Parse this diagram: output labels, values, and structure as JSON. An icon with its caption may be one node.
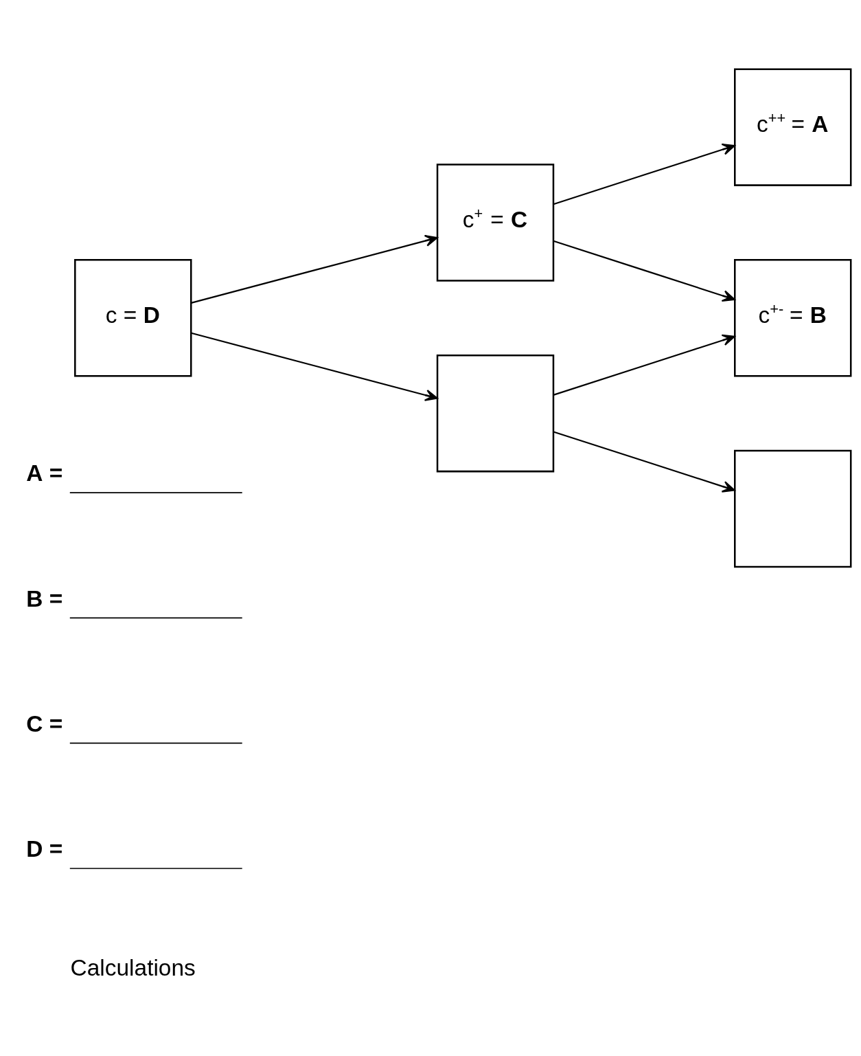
{
  "diagram": {
    "nodes": [
      {
        "text": [
          "c = **D**"
        ]
      },
      {
        "text": [
          "c$^{+}$ = **C**"
        ]
      },
      {
        "text": [],
        "shape": "box"
      },
      {
        "text": [
          "c$^{++}$ = **A**"
        ]
      },
      {
        "text": [
          "c$^{+-}$ = **B**"
        ]
      },
      {
        "text": [],
        "shape": "box"
      }
    ],
    "edges": [
      {
        "from": 0,
        "to": 1,
        "arrow": "to"
      },
      {
        "from": 0,
        "to": 2,
        "arrow": "to"
      },
      {
        "from": 1,
        "to": 3,
        "arrow": "to"
      },
      {
        "from": 1,
        "to": 4,
        "arrow": "to"
      },
      {
        "from": 2,
        "to": 4,
        "arrow": "to"
      },
      {
        "from": 2,
        "to": 5,
        "arrow": "to"
      }
    ],
    "labels": [
      "A =",
      "B =",
      "C =",
      "D =",
      "Calculations"
    ]
  }
}
